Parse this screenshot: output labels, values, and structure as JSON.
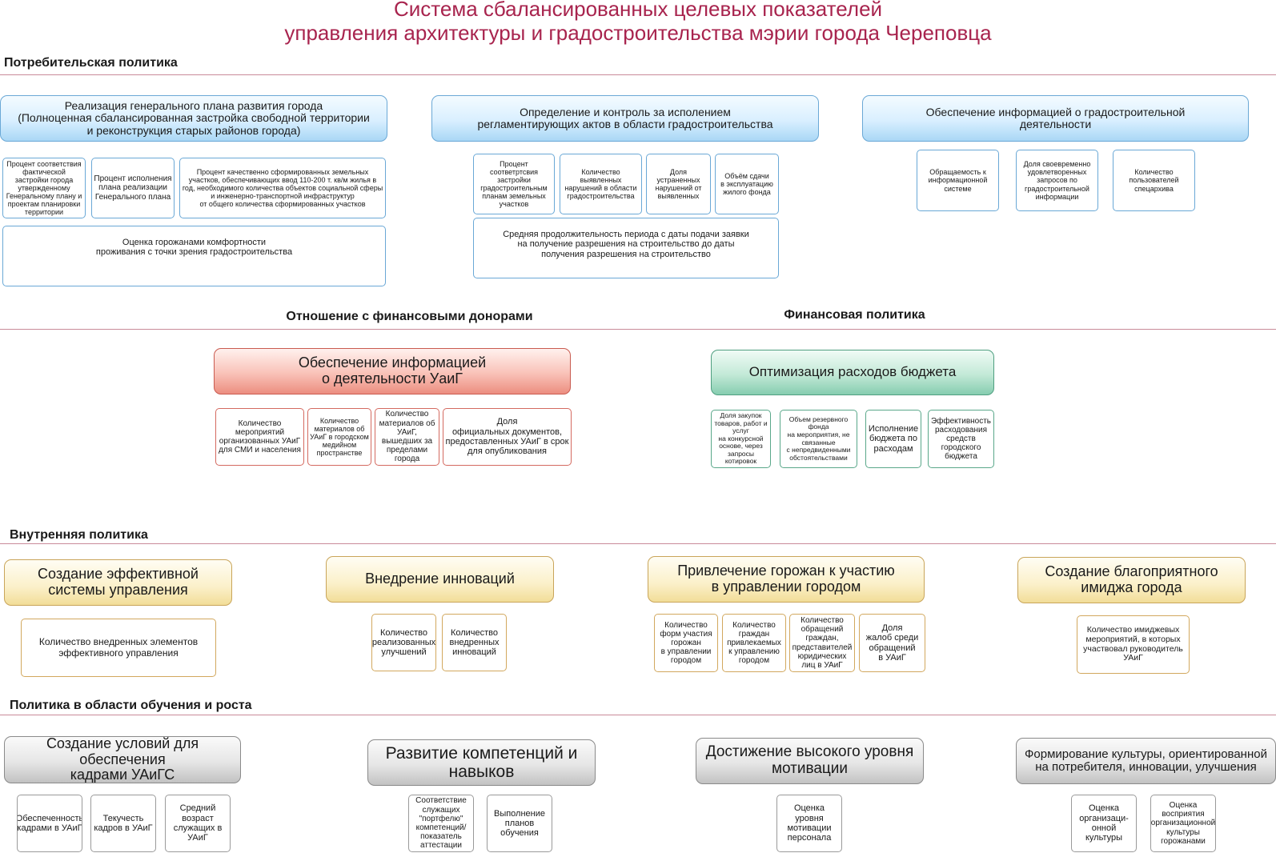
{
  "title": "Система сбалансированных целевых показателей\nуправления архитектуры и градостроительства мэрии города Череповца",
  "sections": {
    "consumer": "Потребительская политика",
    "donors": "Отношение с финансовыми донорами",
    "financial": "Финансовая политика",
    "internal": "Внутренняя политика",
    "learning": "Политика в области обучения и роста"
  },
  "colors": {
    "title": "#a8244e",
    "rule": "#c98a99",
    "blue": "#6aa8d6",
    "red": "#d46a60",
    "green": "#5aa88a",
    "yellow": "#d2a85e",
    "gray": "#9a9a9a"
  },
  "consumer": {
    "goal1": "Реализация генерального плана развития города\n(Полноценная сбалансированная застройка свободной территории\nи реконструкция старых районов города)",
    "goal1_ind": [
      "Процент соответствия фактической застройки города утвержденному Генеральному плану и проектам планировки территории",
      "Процент исполнения плана реализации Генерального плана",
      "Процент качественно сформированных  земельных участков, обеспечивающих ввод 110-200 т. кв/м жилья в год, необходимого количества объектов социальной сферы\nи инженерно-транспортной инфраструктур\nот общего количества сформированных участков",
      "Оценка горожанами комфортности\nпроживания с точки зрения градостроительства"
    ],
    "goal2": "Определение и контроль за исполением\nрегламентирующих актов в области градостроительства",
    "goal2_ind": [
      "Процент соответртсвия застройки градостроительным планам земельных участков",
      "Количество выявленных нарушений в области градостроительства",
      "Доля устраненных нарушений от выявленных",
      "Объём сдачи\nв эксплуатацию жилого фонда",
      "Средняя продолжительность периода с даты подачи заявки\nна получение разрешения на строительство до даты\nполучения разрешения на строительство"
    ],
    "goal3": "Обеспечение информацией о градостроительной\nдеятельности",
    "goal3_ind": [
      "Обращаемость к информационной системе",
      "Доля своевременно удовлетворенных запросов по градостроительной информации",
      "Количество пользователей спецархива"
    ]
  },
  "donors": {
    "goal": "Обеспечение информацией\nо деятельности УаиГ",
    "ind": [
      "Количество мероприятий организованных УАиГ для СМИ и населения",
      "Количество материалов об УАиГ в городском медийном пространстве",
      "Количество материалов об УАиГ, вышедших за пределами города",
      "Доля\nофициальных документов, предоставленных УАиГ в срок для опубликования"
    ]
  },
  "financial": {
    "goal": "Оптимизация расходов бюджета",
    "ind": [
      "Доля закупок товаров, работ и услуг\nна конкурсной основе, через запросы котировок",
      "Объем резервного фонда\nна мероприятия, не связанные\nс непредвиденными обстоятельствами",
      "Исполнение бюджета по расходам",
      "Эффективность расходования средств городского бюджета"
    ]
  },
  "internal": {
    "goal1": "Создание эффективной\nсистемы управления",
    "goal1_ind": [
      "Количество внедренных элементов\nэффективного управления"
    ],
    "goal2": "Внедрение инноваций",
    "goal2_ind": [
      "Количество реализованных улучшений",
      "Количество внедренных инноваций"
    ],
    "goal3": "Привлечение горожан к  участию\nв управлении городом",
    "goal3_ind": [
      "Количество форм участия горожан\nв управлении городом",
      "Количество граждан привлекаемых к управлению городом",
      "Количество обращений граждан, представителей юридических лиц в УАиГ",
      "Доля\nжалоб среди обращений\nв УАиГ"
    ],
    "goal4": "Создание благоприятного\nимиджа города",
    "goal4_ind": [
      "Количество имиджевых мероприятий, в которых участвовал руководитель УАиГ"
    ]
  },
  "learning": {
    "goal1": "Создание условий для обеспечения\nкадрами УАиГС",
    "goal1_ind": [
      "Обеспеченность кадрами в УАиГ",
      "Текучесть кадров в УАиГ",
      "Средний возраст служащих в УАиГ"
    ],
    "goal2": "Развитие компетенций и навыков",
    "goal2_ind": [
      "Соответствие служащих \"портфелю\" компетенций/ показатель аттестации",
      "Выполнение планов обучения"
    ],
    "goal3": "Достижение высокого уровня\nмотивации",
    "goal3_ind": [
      "Оценка уровня мотивации персонала"
    ],
    "goal4": "Формирование культуры, ориентированной\nна потребителя, инновации, улучшения",
    "goal4_ind": [
      "Оценка организаци-онной культуры",
      "Оценка восприятия организационной культуры горожанами"
    ]
  }
}
